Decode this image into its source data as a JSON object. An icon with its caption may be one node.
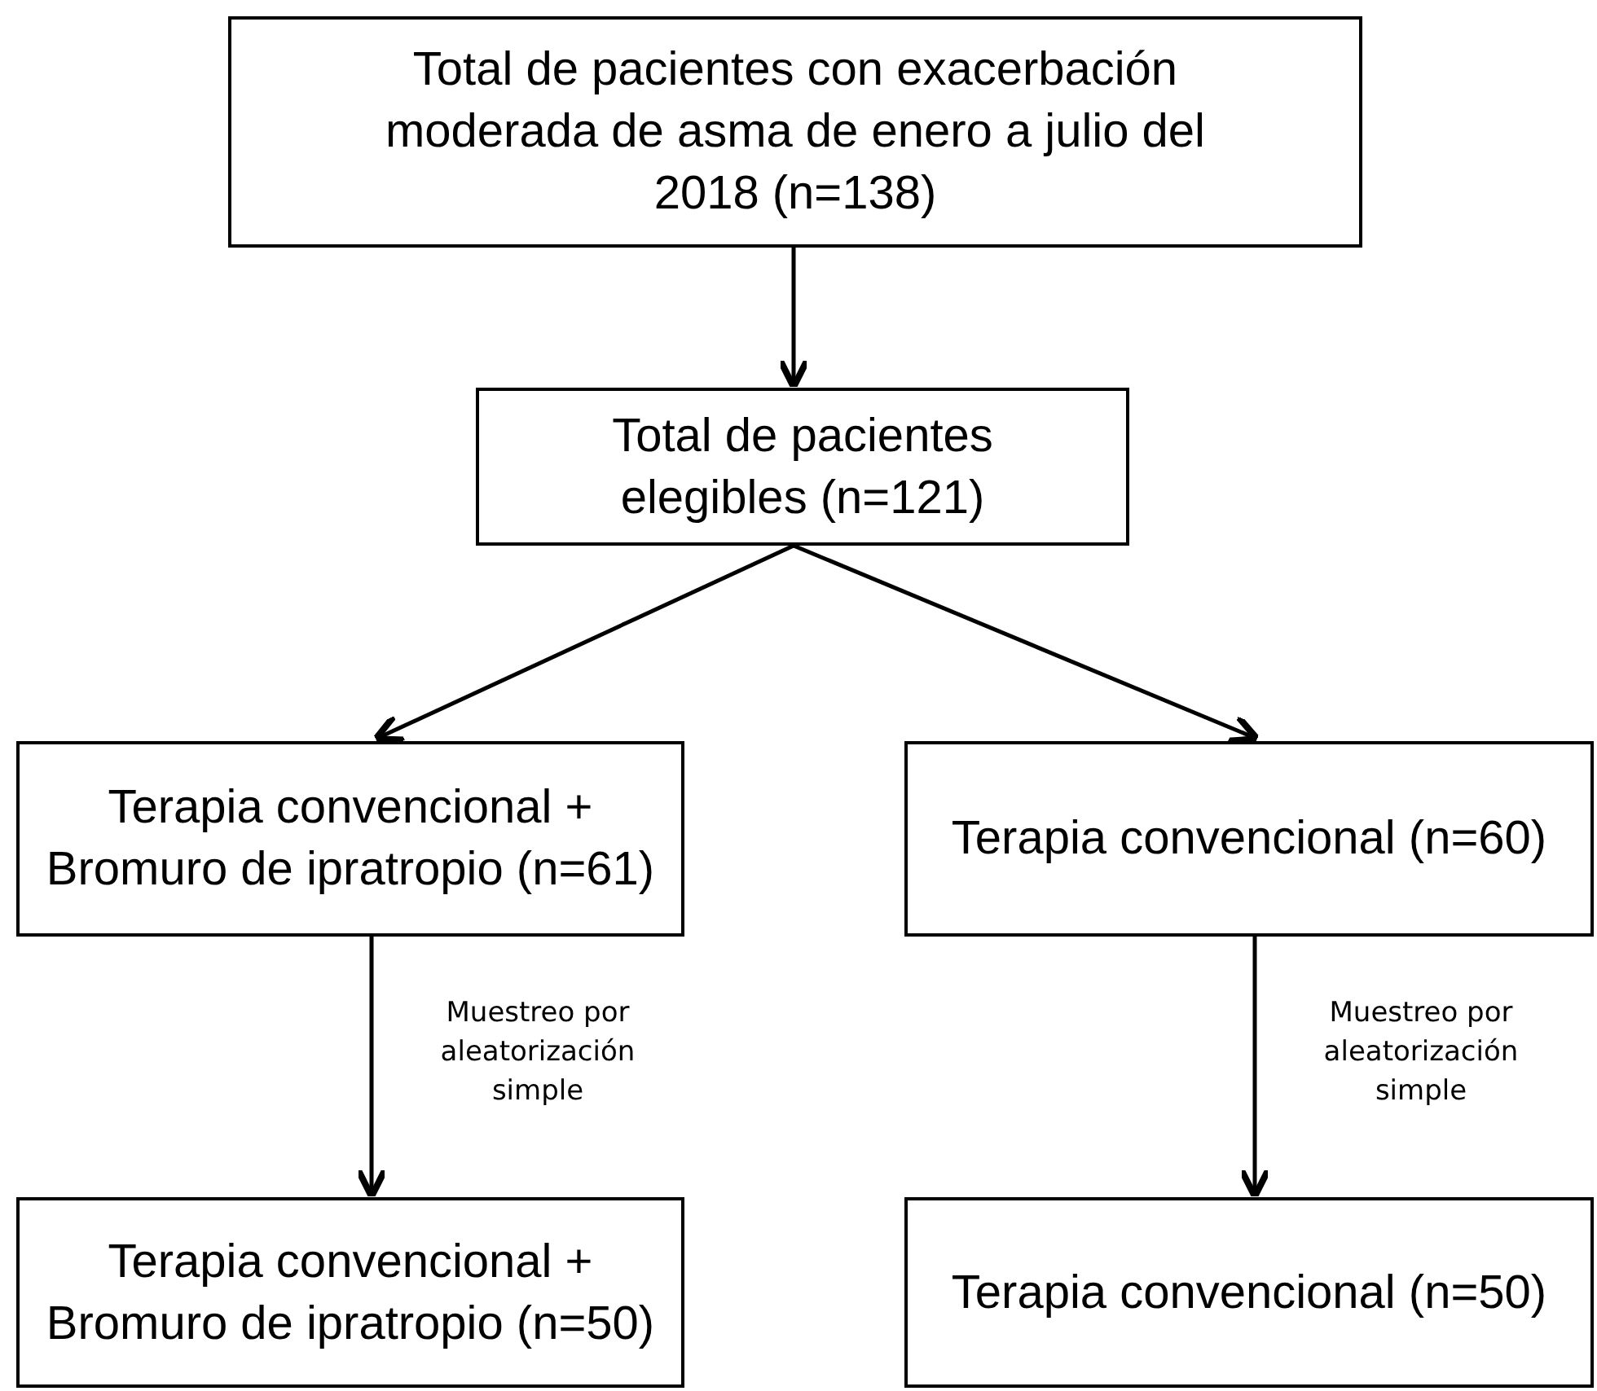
{
  "diagram": {
    "nodes": [
      {
        "text": [
          "Total de pacientes con exacerbación moderada de asma de enero a julio del 2018 (n=138)"
        ]
      },
      {
        "text": [
          "Total de pacientes elegibles (n=121)"
        ]
      },
      {
        "text": [
          "Terapia convencional + Bromuro de ipratropio (n=61)"
        ]
      },
      {
        "text": [
          "Terapia convencional (n=60)"
        ]
      },
      {
        "text": [
          "Terapia convencional + Bromuro de ipratropio (n=50)"
        ]
      },
      {
        "text": [
          "Terapia convencional (n=50)"
        ]
      }
    ],
    "edges": [
      {
        "from": 0,
        "to": 1,
        "arrow": "to"
      },
      {
        "from": 1,
        "to": 2,
        "arrow": "to"
      },
      {
        "from": 1,
        "to": 3,
        "arrow": "to"
      },
      {
        "from": 2,
        "to": 4,
        "arrow": "to",
        "label": "Muestreo por aleatorización simple"
      },
      {
        "from": 3,
        "to": 5,
        "arrow": "to",
        "label": "Muestreo por aleatorización simple"
      }
    ]
  }
}
